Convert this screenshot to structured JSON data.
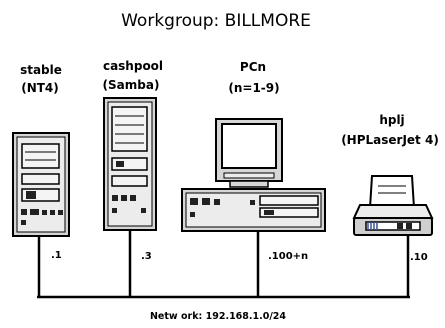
{
  "title": "Workgroup: BILLMORE",
  "network_label": "Netw ork: 192.168.1.0/24",
  "hosts": [
    {
      "name": "stable",
      "detail": "(NT4)",
      "address": ".1",
      "icon": "tower-server-icon"
    },
    {
      "name": "cashpool",
      "detail": "(Samba)",
      "address": ".3",
      "icon": "tall-tower-server-icon"
    },
    {
      "name": "PCn",
      "detail": "(n=1-9)",
      "address": ".100+n",
      "icon": "desktop-pc-icon"
    },
    {
      "name": "hplj",
      "detail": "(HPLaserJet 4)",
      "address": ".10",
      "icon": "laser-printer-icon"
    }
  ]
}
